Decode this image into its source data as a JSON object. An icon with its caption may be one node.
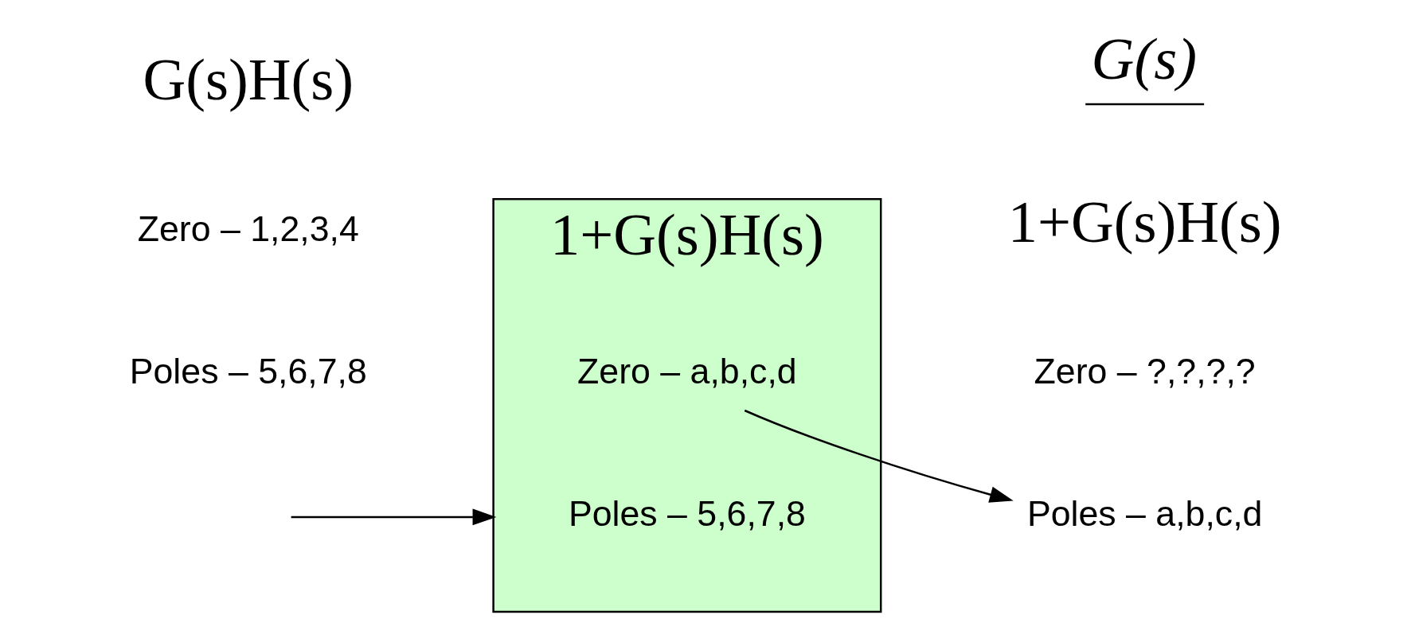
{
  "diagram": {
    "nodes": [
      {
        "text": [
          "1+G(s)H(s)"
        ]
      },
      {
        "text": [
          "Zero – a,b,c,d"
        ],
        "in": 0
      },
      {
        "text": [
          "Poles – 5,6,7,8"
        ],
        "in": 0
      },
      {
        "text": [
          "Poles – a,b,c,d"
        ]
      }
    ],
    "edges": [
      {
        "from": null,
        "to": 0,
        "arrow": "to"
      },
      {
        "from": 1,
        "to": 3,
        "arrow": "to"
      }
    ],
    "labels": [
      "G(s)H(s)",
      "G(s)",
      "1+G(s)H(s)",
      "Zero – 1,2,3,4",
      "Zero – ?,?,?,?",
      "Poles – 5,6,7,8"
    ]
  }
}
